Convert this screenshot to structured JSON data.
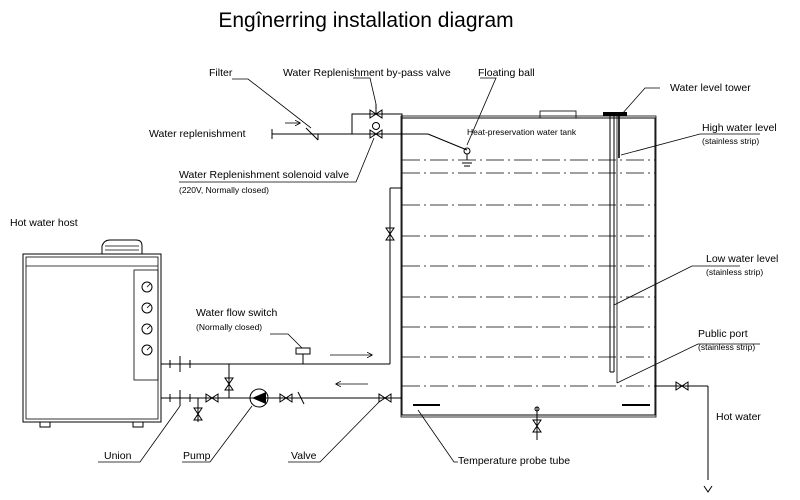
{
  "title": "Engînerring installation diagram",
  "labels": {
    "filter": "Filter",
    "bypass_valve": "Water Replenishment by-pass valve",
    "floating_ball": "Floating ball",
    "water_level_tower": "Water level tower",
    "water_replenishment": "Water replenishment",
    "tank": "Heat-preservation water tank",
    "high_level_1": "High water level",
    "high_level_2": "(stainless strip)",
    "solenoid_1": "Water Replenishment solenoid valve",
    "solenoid_2": "(220V, Normally closed)",
    "hot_water_host": "Hot water host",
    "low_level_1": "Low water level",
    "low_level_2": "(stainless strip)",
    "flow_switch_1": "Water flow switch",
    "flow_switch_2": "(Normally closed)",
    "public_port_1": "Public port",
    "public_port_2": "(stainless strip)",
    "hot_water": "Hot water",
    "union": "Union",
    "pump": "Pump",
    "valve": "Valve",
    "temp_probe": "Temperature probe tube"
  }
}
